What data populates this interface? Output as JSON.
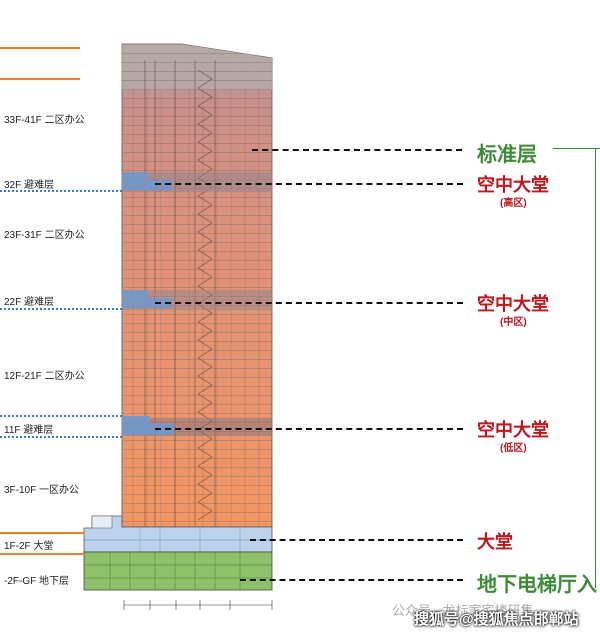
{
  "floors": {
    "f33_41": "33F-41F 二区办公",
    "f32": "32F 避难层",
    "f23_31": "23F-31F 二区办公",
    "f22": "22F 避难层",
    "f12_21": "12F-21F 二区办公",
    "f11": "11F 避难层",
    "f3_10": "3F-10F 一区办公",
    "f1_2": "1F-2F 大堂",
    "fb": "-2F-GF 地下层"
  },
  "annotations": {
    "standard": "标准层",
    "sky_high": "空中大堂",
    "sky_high_sub": "(高区)",
    "sky_mid": "空中大堂",
    "sky_mid_sub": "(中区)",
    "sky_low": "空中大堂",
    "sky_low_sub": "(低区)",
    "lobby": "大堂",
    "basement": "地下电梯厅入"
  },
  "watermark": {
    "faint": "公众号 · 龙标家宅楼研集",
    "main": "搜狐号@搜狐焦点邯郸站"
  },
  "colors": {
    "upper": "#c98f8a",
    "middle": "#e39377",
    "lower": "#ef9663",
    "lobby": "#bcd2ec",
    "basement": "#8dc26b",
    "refuge": "#7a9cc6",
    "label_red": "#c0151b",
    "label_green": "#3c8b36",
    "rule_orange": "#e8802c"
  }
}
